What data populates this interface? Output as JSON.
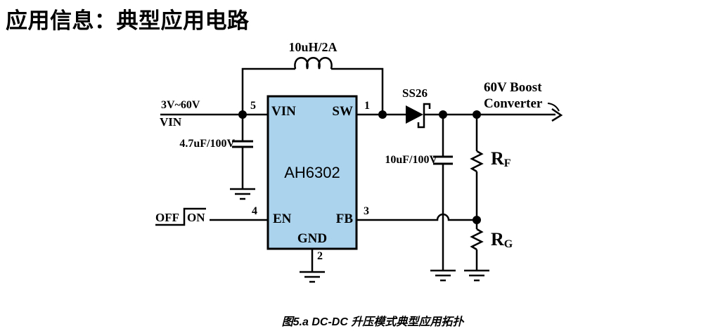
{
  "page": {
    "title": "应用信息：典型应用电路",
    "caption": "图5.a   DC-DC 升压模式典型应用拓扑"
  },
  "colors": {
    "ic_fill": "#abd3ee",
    "wire": "#000000"
  },
  "ic": {
    "part_number": "AH6302",
    "pin_vin": {
      "label": "VIN",
      "number": "5"
    },
    "pin_sw": {
      "label": "SW",
      "number": "1"
    },
    "pin_en": {
      "label": "EN",
      "number": "4"
    },
    "pin_fb": {
      "label": "FB",
      "number": "3"
    },
    "pin_gnd": {
      "label": "GND",
      "number": "2"
    }
  },
  "components": {
    "inductor_label": "10uH/2A",
    "input_cap_label": "4.7uF/100V",
    "output_cap_label": "10uF/100V",
    "diode_label": "SS26",
    "rf": {
      "base": "R",
      "sub": "F"
    },
    "rg": {
      "base": "R",
      "sub": "G"
    }
  },
  "labels": {
    "input_voltage": "3V~60V",
    "input_net": "VIN",
    "off": "OFF",
    "on": "ON",
    "output_line1": "60V Boost",
    "output_line2": "Converter"
  }
}
